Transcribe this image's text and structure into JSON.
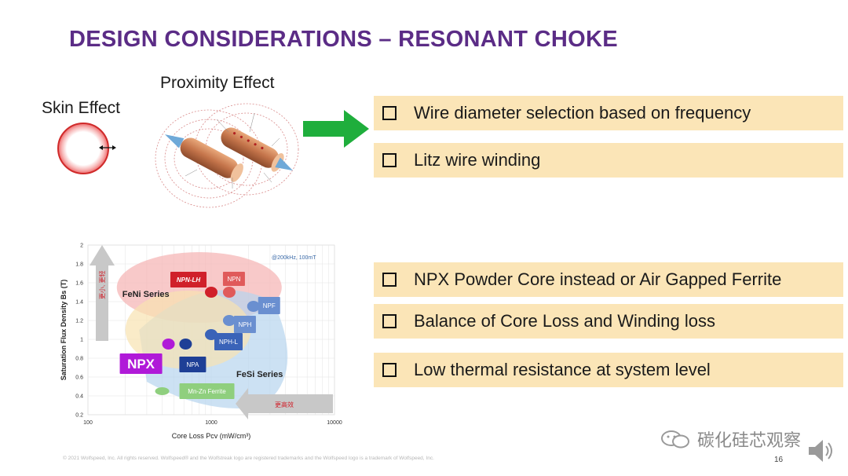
{
  "slide": {
    "title": "DESIGN CONSIDERATIONS – RESONANT CHOKE",
    "skin_label": "Skin Effect",
    "proximity_label": "Proximity Effect",
    "bullets": [
      "Wire diameter selection based on frequency",
      "Litz wire winding",
      "NPX Powder Core instead or Air Gapped Ferrite",
      "Balance of Core Loss and Winding loss",
      "Low thermal resistance at system level"
    ],
    "footer": "© 2021 Wolfspeed, Inc. All rights reserved. Wolfspeed® and the Wolfstreak logo are registered trademarks and the Wolfspeed logo is a trademark of Wolfspeed, Inc.",
    "page_number": "16",
    "watermark": "碳化硅芯观察"
  },
  "colors": {
    "title": "#5b2c86",
    "bullet_bg": "#fbe5b7",
    "arrow_green": "#1fae3c",
    "skin_red": "#d9262a"
  },
  "chart_data": {
    "type": "scatter",
    "title": "",
    "annotation": "@200kHz, 100mT",
    "xlabel": "Core Loss Pcv (mW/cm³)",
    "ylabel": "Saturation Flux Density Bs (T)",
    "xscale": "log",
    "xlim": [
      100,
      10000
    ],
    "ylim": [
      0.2,
      2
    ],
    "xticks": [
      "100",
      "1000",
      "10000"
    ],
    "yticks": [
      "0.2",
      "0.4",
      "0.6",
      "0.8",
      "1",
      "1.2",
      "1.4",
      "1.6",
      "1.8",
      "2"
    ],
    "regions": [
      "FeNi Series",
      "FeSi Series"
    ],
    "arrow_labels": [
      "更小, 更轻",
      "更高效"
    ],
    "series": [
      {
        "name": "NPN-LH",
        "x": 1000,
        "y": 1.5,
        "color": "#d0202a"
      },
      {
        "name": "NPN",
        "x": 1400,
        "y": 1.5,
        "color": "#e05a5a"
      },
      {
        "name": "NPF",
        "x": 2200,
        "y": 1.35,
        "color": "#6a8fd0"
      },
      {
        "name": "NPH",
        "x": 1400,
        "y": 1.2,
        "color": "#6a8fd0"
      },
      {
        "name": "NPH-L",
        "x": 1000,
        "y": 1.05,
        "color": "#3a63b8"
      },
      {
        "name": "NPA",
        "x": 620,
        "y": 0.95,
        "color": "#1e3f96"
      },
      {
        "name": "NPX",
        "x": 450,
        "y": 0.95,
        "color": "#b01ad8"
      },
      {
        "name": "Mn-Zn Ferrite",
        "x": 400,
        "y": 0.45,
        "color": "#8fcf7e"
      }
    ]
  }
}
